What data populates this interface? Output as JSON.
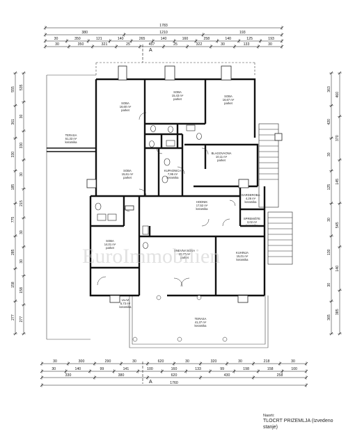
{
  "caption": {
    "note": "Naorti:",
    "title_line1": "TLOCRT PRIZEMLJA (Izvedeno",
    "title_line2": "stanje)"
  },
  "watermark": "EuroImmobilien",
  "section_marker": "A",
  "dimensions": {
    "top_total": "1783",
    "top_row2": [
      "380",
      "1210",
      "193"
    ],
    "top_row3": [
      "30",
      "350",
      "121",
      "140",
      "265",
      "140",
      "160",
      "258",
      "140",
      "125",
      "193"
    ],
    "top_row4": [
      "30",
      "350",
      "321",
      "25",
      "457",
      "25",
      "322",
      "30",
      "133",
      "30"
    ],
    "bottom_row1": [
      "30",
      "300",
      "290",
      "30",
      "620",
      "30",
      "320",
      "30",
      "218",
      "30"
    ],
    "bottom_row2": [
      "30",
      "140",
      "99",
      "141",
      "100",
      "160",
      "133",
      "99",
      "198",
      "158",
      "100"
    ],
    "bottom_row3": [
      "330",
      "380",
      "620",
      "430",
      "258"
    ],
    "bottom_total": "1760",
    "left_outer": [
      "555",
      "361",
      "330",
      "185",
      "775",
      "285",
      "158",
      "277"
    ],
    "left_inner": [
      "535",
      "30",
      "330",
      "30",
      "215",
      "30",
      "30",
      "158",
      "277"
    ],
    "right_outer": [
      "460",
      "370",
      "145",
      "545",
      "140",
      "385"
    ],
    "right_inner": [
      "363",
      "420",
      "30",
      "125",
      "30",
      "130",
      "30",
      "365"
    ]
  },
  "rooms": [
    {
      "name": "SOBA",
      "area": "16,60 m²",
      "floor": "parket"
    },
    {
      "name": "SOBA",
      "area": "15,43 m²",
      "floor": "parket"
    },
    {
      "name": "SOBA",
      "area": "16,67 m²",
      "floor": "parket"
    },
    {
      "name": "TERASA",
      "area": "51,33 m²",
      "floor": "keramika"
    },
    {
      "name": "BLAGOVAONA",
      "area": "10,11 m²",
      "floor": "parket"
    },
    {
      "name": "SOBA",
      "area": "15,61 m²",
      "floor": "parket"
    },
    {
      "name": "KUPAONICA",
      "area": "7,95 m²",
      "floor": "keramika"
    },
    {
      "name": "HODNIK",
      "area": "17,52 m²",
      "floor": "keramika"
    },
    {
      "name": "GARDEROBA",
      "area": "4,26 m²",
      "floor": "keramika"
    },
    {
      "name": "SOBA",
      "area": "14,01 m²",
      "floor": "parket"
    },
    {
      "name": "DNEVNA SOBA",
      "area": "20,77 m²",
      "floor": "parket"
    },
    {
      "name": "KUHINJA",
      "area": "15,01 m²",
      "floor": "keramika"
    },
    {
      "name": "SPREMIŠTE",
      "area": "3,02 m²",
      "floor": "keramika"
    },
    {
      "name": "ULAZ",
      "area": "5,73 m²",
      "floor": "keramika"
    },
    {
      "name": "TERASA",
      "area": "41,37 m²",
      "floor": "keramika"
    }
  ]
}
